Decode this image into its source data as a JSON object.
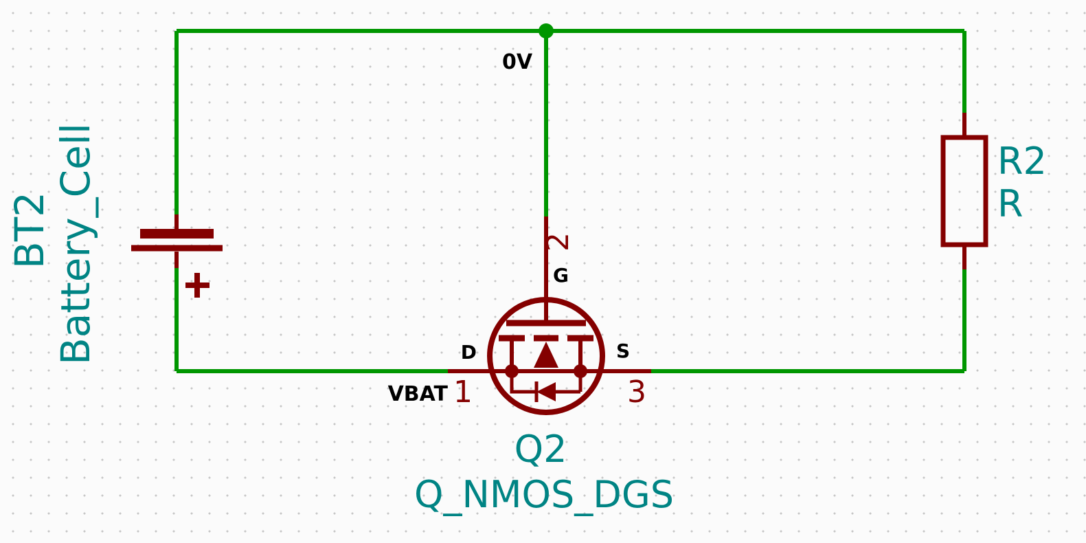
{
  "schematic": {
    "net_labels": {
      "zero_v": "0V",
      "vbat": "VBAT"
    },
    "battery": {
      "reference": "BT2",
      "value": "Battery_Cell",
      "polarity": "+"
    },
    "mosfet": {
      "reference": "Q2",
      "value": "Q_NMOS_DGS",
      "pin_gate_number": "2",
      "pin_gate_name": "G",
      "pin_drain_number": "1",
      "pin_drain_name": "D",
      "pin_source_number": "3",
      "pin_source_name": "S"
    },
    "resistor": {
      "reference": "R2",
      "value": "R"
    },
    "colors": {
      "wire": "#009600",
      "junction": "#009600",
      "symbol_body": "#840000",
      "reference_value_text": "#008484",
      "net_label_text": "#000000",
      "grid_dot": "#C6C6C6",
      "background": "#FBFBFB"
    }
  }
}
